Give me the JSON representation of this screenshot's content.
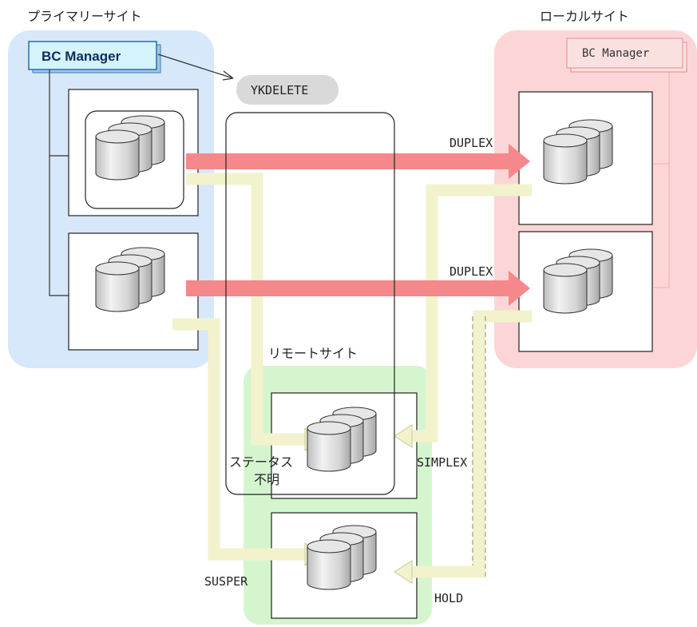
{
  "sites": {
    "primary": "プライマリーサイト",
    "local": "ローカルサイト",
    "remote": "リモートサイト"
  },
  "bc_manager": {
    "primary_label": "BC Manager",
    "local_label": "BC Manager"
  },
  "command": "YKDELETE",
  "statuses": {
    "duplex_top": "DUPLEX",
    "duplex_bottom": "DUPLEX",
    "simplex": "SIMPLEX",
    "status_unknown_line1": "ステータス",
    "status_unknown_line2": "不明",
    "susper": "SUSPER",
    "hold": "HOLD"
  },
  "colors": {
    "primary_site": "#d6e8fa",
    "local_site": "#fcd6d6",
    "remote_site": "#d5f5cf",
    "copy_arrow": "#f4888a",
    "cross_arrow": "#f2f2cc"
  }
}
